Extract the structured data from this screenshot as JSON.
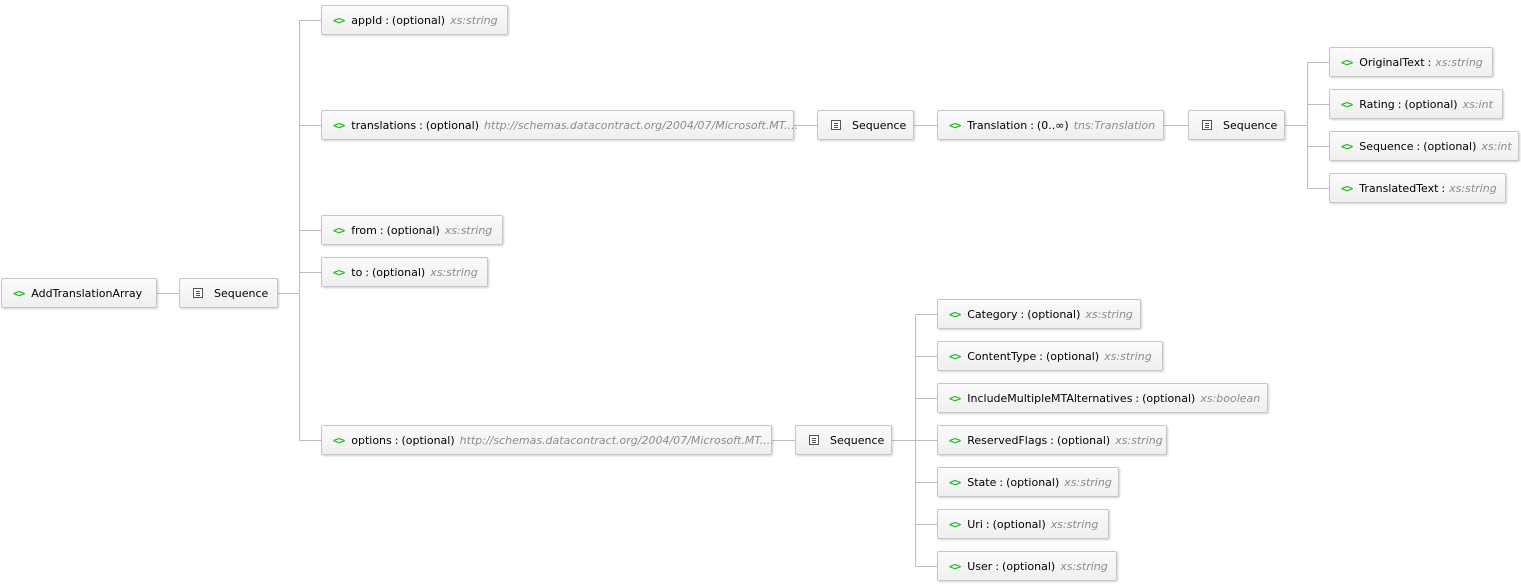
{
  "nodes": {
    "root": {
      "name": "AddTranslationArray"
    },
    "seq_root": {
      "name": "Sequence"
    },
    "appId": {
      "name": "appId",
      "sep": ":",
      "card": "(optional)",
      "type": "xs:string"
    },
    "translations": {
      "name": "translations",
      "sep": ":",
      "card": "(optional)",
      "type": "http://schemas.datacontract.org/2004/07/Microsoft.MT...."
    },
    "seq_trans": {
      "name": "Sequence"
    },
    "translation": {
      "name": "Translation",
      "sep": ":",
      "card": "(0..∞)",
      "type": "tns:Translation"
    },
    "seq_tr": {
      "name": "Sequence"
    },
    "originalText": {
      "name": "OriginalText",
      "sep": ":",
      "type": "xs:string"
    },
    "rating": {
      "name": "Rating",
      "sep": ":",
      "card": "(optional)",
      "type": "xs:int"
    },
    "sequence": {
      "name": "Sequence",
      "sep": ":",
      "card": "(optional)",
      "type": "xs:int"
    },
    "translatedText": {
      "name": "TranslatedText",
      "sep": ":",
      "type": "xs:string"
    },
    "from": {
      "name": "from",
      "sep": ":",
      "card": "(optional)",
      "type": "xs:string"
    },
    "to": {
      "name": "to",
      "sep": ":",
      "card": "(optional)",
      "type": "xs:string"
    },
    "options": {
      "name": "options",
      "sep": ":",
      "card": "(optional)",
      "type": "http://schemas.datacontract.org/2004/07/Microsoft.MT...."
    },
    "seq_opt": {
      "name": "Sequence"
    },
    "category": {
      "name": "Category",
      "sep": ":",
      "card": "(optional)",
      "type": "xs:string"
    },
    "contentType": {
      "name": "ContentType",
      "sep": ":",
      "card": "(optional)",
      "type": "xs:string"
    },
    "includeMultipleMTAlternatives": {
      "name": "IncludeMultipleMTAlternatives",
      "sep": ":",
      "card": "(optional)",
      "type": "xs:boolean"
    },
    "reservedFlags": {
      "name": "ReservedFlags",
      "sep": ":",
      "card": "(optional)",
      "type": "xs:string"
    },
    "state": {
      "name": "State",
      "sep": ":",
      "card": "(optional)",
      "type": "xs:string"
    },
    "uri": {
      "name": "Uri",
      "sep": ":",
      "card": "(optional)",
      "type": "xs:string"
    },
    "user": {
      "name": "User",
      "sep": ":",
      "card": "(optional)",
      "type": "xs:string"
    }
  },
  "icons": {
    "element": "<>",
    "element_icon_name": "element-icon",
    "sequence_icon_name": "sequence-icon"
  },
  "colors": {
    "element_icon": "#1fbe14",
    "type_text": "#8c8c8c",
    "connector": "#bdbdbd",
    "node_border": "#c6c6c6"
  }
}
